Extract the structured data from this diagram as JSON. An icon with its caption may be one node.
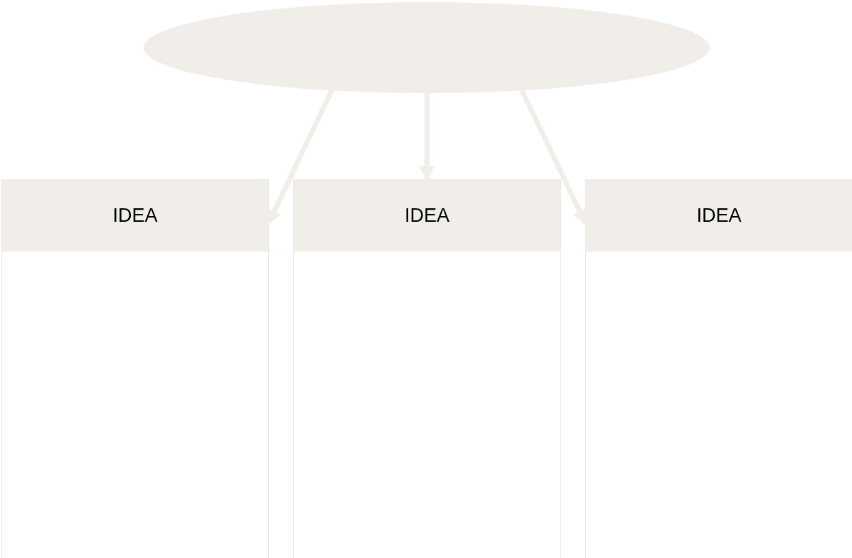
{
  "diagram": {
    "nodes": [
      {
        "text": [],
        "shape": "ellipse"
      },
      {
        "text": [
          "IDEA"
        ]
      },
      {
        "text": [
          "IDEA"
        ]
      },
      {
        "text": [
          "IDEA"
        ]
      }
    ],
    "edges": [
      {
        "from": 0,
        "to": 1,
        "arrow": "to"
      },
      {
        "from": 0,
        "to": 2,
        "arrow": "to"
      },
      {
        "from": 0,
        "to": 3,
        "arrow": "to"
      }
    ]
  }
}
